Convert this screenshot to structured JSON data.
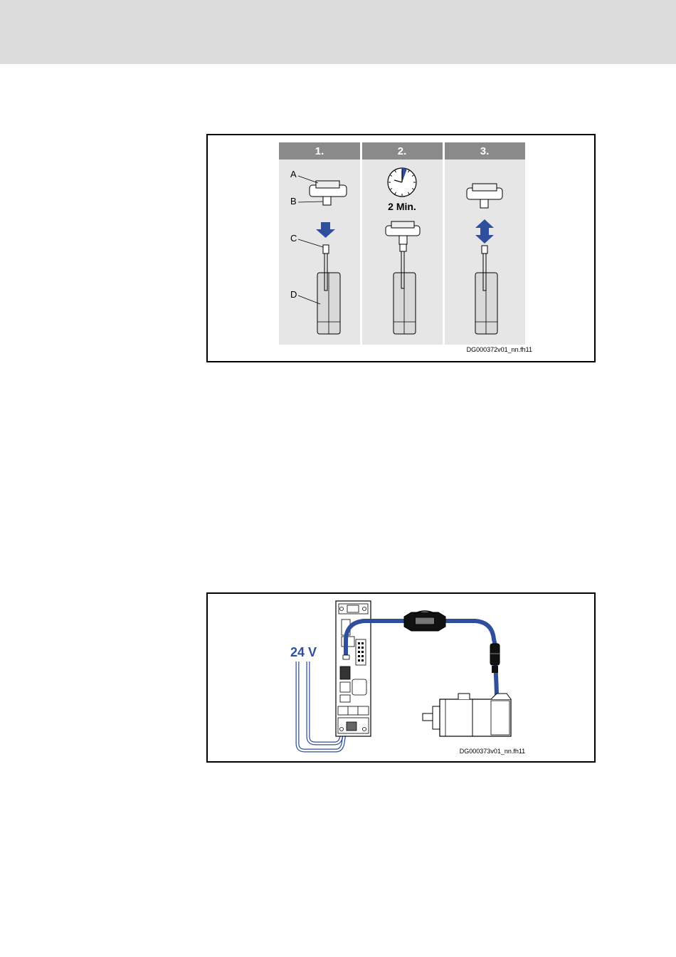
{
  "figure1": {
    "steps": [
      {
        "label": "1."
      },
      {
        "label": "2."
      },
      {
        "label": "3."
      }
    ],
    "callouts": {
      "a": "A",
      "b": "B",
      "c": "C",
      "d": "D"
    },
    "wait_time": "2 Min.",
    "figure_id": "DG000372v01_nn.fh11",
    "colors": {
      "header": "#8a8a8a",
      "panel": "#e6e6e6",
      "arrow": "#2f4f9e"
    },
    "icons": [
      "connector-icon",
      "clock-icon",
      "down-arrow-icon",
      "double-arrow-icon",
      "battery-module-icon"
    ]
  },
  "figure2": {
    "voltage_label": "24 V",
    "figure_id": "DG000373v01_nn.fh11",
    "colors": {
      "cable": "#2f4f9e"
    },
    "icons": [
      "drive-controller-icon",
      "encoder-memory-icon",
      "cable-connector-icon",
      "servo-motor-icon"
    ]
  }
}
